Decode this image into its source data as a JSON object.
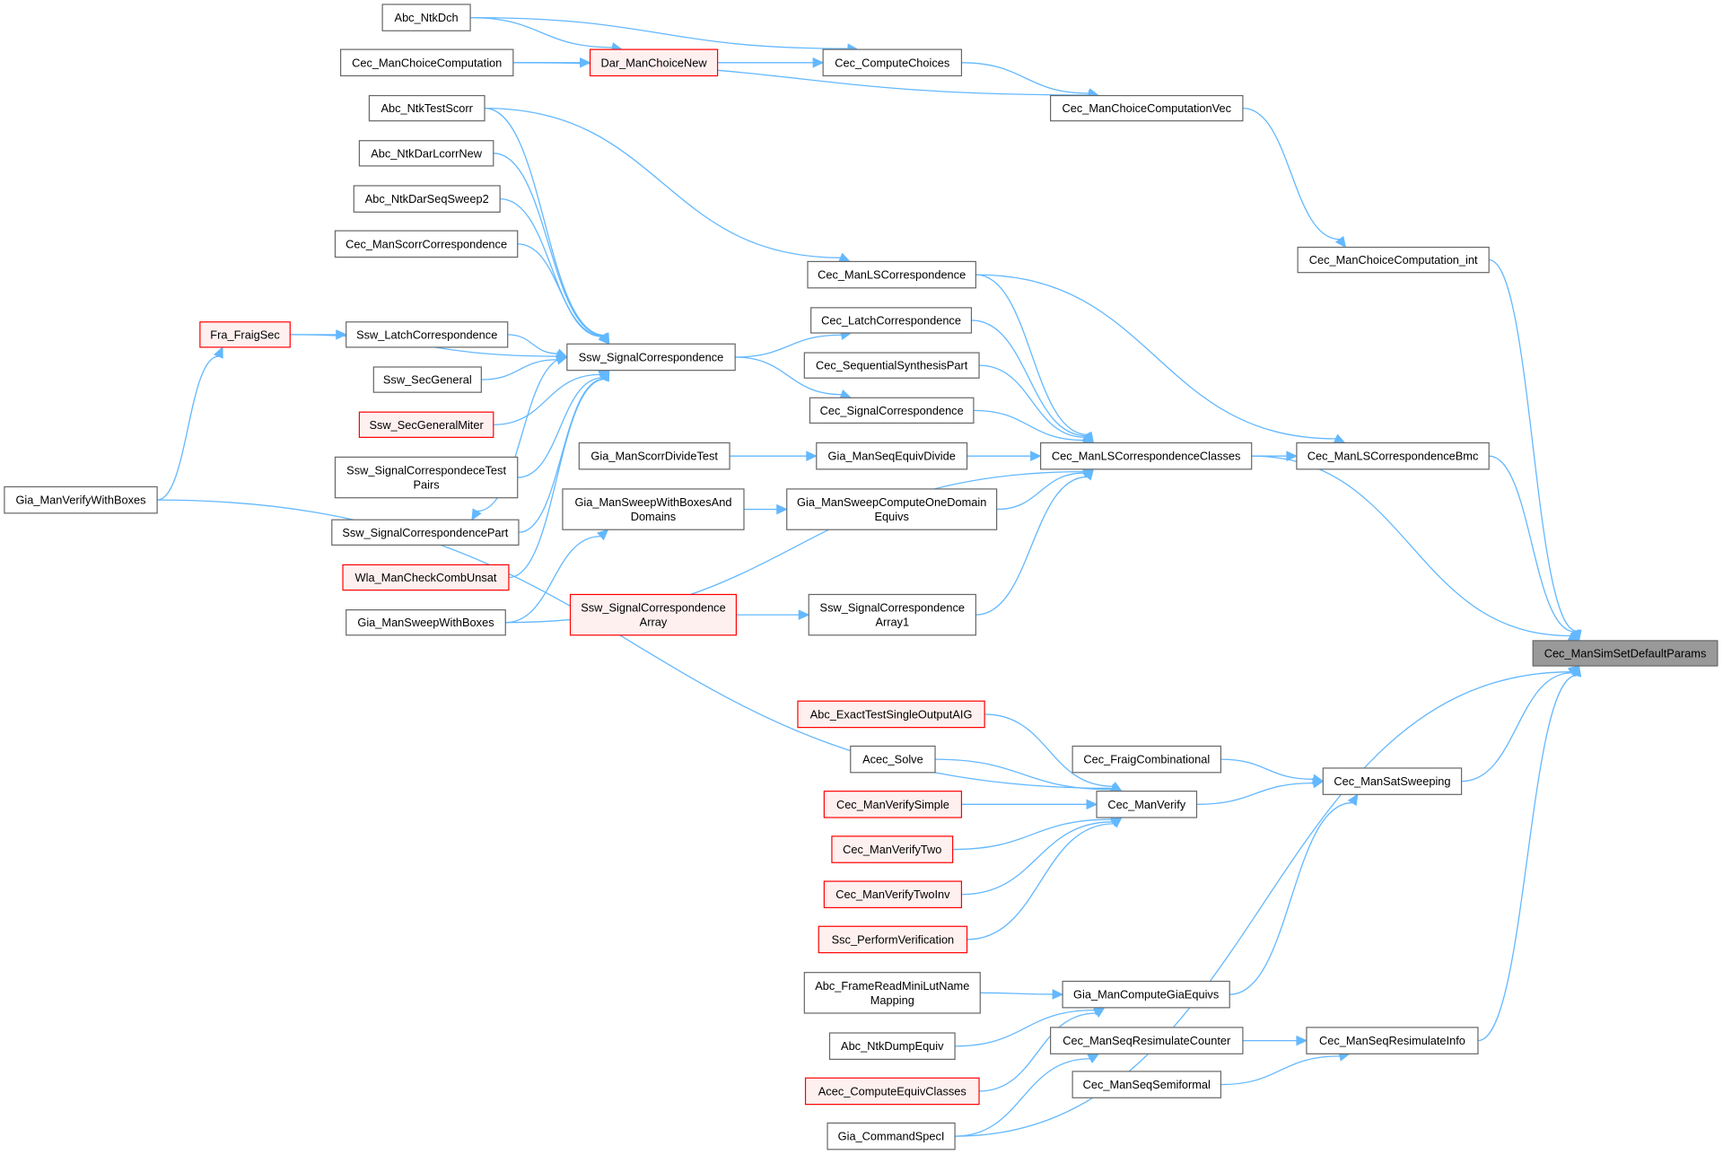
{
  "graph": {
    "type": "call-graph",
    "focus_node": "Cec_ManSimSetDefaultParams",
    "colors": {
      "edge": "#63b8ff",
      "node_border": "#666666",
      "red_border": "#ff0000",
      "red_fill": "#fff0f0",
      "focus_fill": "#999999"
    },
    "nodes": [
      {
        "id": "n0",
        "label": [
          "Cec_ManSimSetDefaultParams"
        ],
        "style": "focus"
      },
      {
        "id": "n1",
        "label": [
          "Abc_NtkDch"
        ],
        "style": "normal"
      },
      {
        "id": "n2",
        "label": [
          "Cec_ManChoiceComputation"
        ],
        "style": "normal"
      },
      {
        "id": "n3",
        "label": [
          "Dar_ManChoiceNew"
        ],
        "style": "red"
      },
      {
        "id": "n4",
        "label": [
          "Cec_ComputeChoices"
        ],
        "style": "normal"
      },
      {
        "id": "n5",
        "label": [
          "Cec_ManChoiceComputationVec"
        ],
        "style": "normal"
      },
      {
        "id": "n6",
        "label": [
          "Cec_ManChoiceComputation_int"
        ],
        "style": "normal"
      },
      {
        "id": "n7",
        "label": [
          "Abc_NtkTestScorr"
        ],
        "style": "normal"
      },
      {
        "id": "n8",
        "label": [
          "Abc_NtkDarLcorrNew"
        ],
        "style": "normal"
      },
      {
        "id": "n9",
        "label": [
          "Abc_NtkDarSeqSweep2"
        ],
        "style": "normal"
      },
      {
        "id": "n10",
        "label": [
          "Cec_ManScorrCorrespondence"
        ],
        "style": "normal"
      },
      {
        "id": "n11",
        "label": [
          "Fra_FraigSec"
        ],
        "style": "red"
      },
      {
        "id": "n12",
        "label": [
          "Ssw_LatchCorrespondence"
        ],
        "style": "normal"
      },
      {
        "id": "n13",
        "label": [
          "Ssw_SecGeneral"
        ],
        "style": "normal"
      },
      {
        "id": "n14",
        "label": [
          "Ssw_SecGeneralMiter"
        ],
        "style": "red"
      },
      {
        "id": "n15",
        "label": [
          "Ssw_SignalCorrespondeceTest",
          "Pairs"
        ],
        "style": "normal"
      },
      {
        "id": "n16",
        "label": [
          "Ssw_SignalCorrespondencePart"
        ],
        "style": "normal"
      },
      {
        "id": "n17",
        "label": [
          "Wla_ManCheckCombUnsat"
        ],
        "style": "red"
      },
      {
        "id": "n18",
        "label": [
          "Gia_ManSweepWithBoxes"
        ],
        "style": "normal"
      },
      {
        "id": "n19",
        "label": [
          "Gia_ManVerifyWithBoxes"
        ],
        "style": "normal"
      },
      {
        "id": "n20",
        "label": [
          "Ssw_SignalCorrespondence"
        ],
        "style": "normal"
      },
      {
        "id": "n21",
        "label": [
          "Cec_ManLSCorrespondence"
        ],
        "style": "normal"
      },
      {
        "id": "n22",
        "label": [
          "Cec_LatchCorrespondence"
        ],
        "style": "normal"
      },
      {
        "id": "n23",
        "label": [
          "Cec_SequentialSynthesisPart"
        ],
        "style": "normal"
      },
      {
        "id": "n24",
        "label": [
          "Cec_SignalCorrespondence"
        ],
        "style": "normal"
      },
      {
        "id": "n25",
        "label": [
          "Gia_ManScorrDivideTest"
        ],
        "style": "normal"
      },
      {
        "id": "n26",
        "label": [
          "Gia_ManSeqEquivDivide"
        ],
        "style": "normal"
      },
      {
        "id": "n27",
        "label": [
          "Gia_ManSweepWithBoxesAnd",
          "Domains"
        ],
        "style": "normal"
      },
      {
        "id": "n28",
        "label": [
          "Gia_ManSweepComputeOneDomain",
          "Equivs"
        ],
        "style": "normal"
      },
      {
        "id": "n29",
        "label": [
          "Ssw_SignalCorrespondence",
          "Array"
        ],
        "style": "red"
      },
      {
        "id": "n30",
        "label": [
          "Ssw_SignalCorrespondence",
          "Array1"
        ],
        "style": "normal"
      },
      {
        "id": "n31",
        "label": [
          "Cec_ManLSCorrespondenceClasses"
        ],
        "style": "normal"
      },
      {
        "id": "n32",
        "label": [
          "Cec_ManLSCorrespondenceBmc"
        ],
        "style": "normal"
      },
      {
        "id": "n33",
        "label": [
          "Abc_ExactTestSingleOutputAIG"
        ],
        "style": "red"
      },
      {
        "id": "n34",
        "label": [
          "Acec_Solve"
        ],
        "style": "normal"
      },
      {
        "id": "n35",
        "label": [
          "Cec_ManVerifySimple"
        ],
        "style": "red"
      },
      {
        "id": "n36",
        "label": [
          "Cec_ManVerifyTwo"
        ],
        "style": "red"
      },
      {
        "id": "n37",
        "label": [
          "Cec_ManVerifyTwoInv"
        ],
        "style": "red"
      },
      {
        "id": "n38",
        "label": [
          "Ssc_PerformVerification"
        ],
        "style": "red"
      },
      {
        "id": "n39",
        "label": [
          "Cec_ManVerify"
        ],
        "style": "normal"
      },
      {
        "id": "n40",
        "label": [
          "Cec_FraigCombinational"
        ],
        "style": "normal"
      },
      {
        "id": "n41",
        "label": [
          "Cec_ManSatSweeping"
        ],
        "style": "normal"
      },
      {
        "id": "n42",
        "label": [
          "Abc_FrameReadMiniLutName",
          "Mapping"
        ],
        "style": "normal"
      },
      {
        "id": "n43",
        "label": [
          "Abc_NtkDumpEquiv"
        ],
        "style": "normal"
      },
      {
        "id": "n44",
        "label": [
          "Acec_ComputeEquivClasses"
        ],
        "style": "red"
      },
      {
        "id": "n45",
        "label": [
          "Gia_CommandSpecI"
        ],
        "style": "normal"
      },
      {
        "id": "n46",
        "label": [
          "Gia_ManComputeGiaEquivs"
        ],
        "style": "normal"
      },
      {
        "id": "n47",
        "label": [
          "Cec_ManSeqResimulateCounter"
        ],
        "style": "normal"
      },
      {
        "id": "n48",
        "label": [
          "Cec_ManSeqSemiformal"
        ],
        "style": "normal"
      },
      {
        "id": "n49",
        "label": [
          "Cec_ManSeqResimulateInfo"
        ],
        "style": "normal"
      }
    ],
    "edges": [
      [
        "n1",
        "n3"
      ],
      [
        "n1",
        "n4"
      ],
      [
        "n2",
        "n3"
      ],
      [
        "n2",
        "n5"
      ],
      [
        "n3",
        "n4"
      ],
      [
        "n4",
        "n5"
      ],
      [
        "n5",
        "n6"
      ],
      [
        "n6",
        "n0"
      ],
      [
        "n7",
        "n20"
      ],
      [
        "n7",
        "n21"
      ],
      [
        "n8",
        "n20"
      ],
      [
        "n9",
        "n20"
      ],
      [
        "n10",
        "n20"
      ],
      [
        "n11",
        "n12"
      ],
      [
        "n11",
        "n20"
      ],
      [
        "n12",
        "n20"
      ],
      [
        "n13",
        "n20"
      ],
      [
        "n14",
        "n20"
      ],
      [
        "n15",
        "n20"
      ],
      [
        "n16",
        "n20"
      ],
      [
        "n20",
        "n16"
      ],
      [
        "n17",
        "n20"
      ],
      [
        "n18",
        "n27"
      ],
      [
        "n18",
        "n31"
      ],
      [
        "n19",
        "n11"
      ],
      [
        "n19",
        "n39"
      ],
      [
        "n20",
        "n22"
      ],
      [
        "n20",
        "n24"
      ],
      [
        "n21",
        "n31"
      ],
      [
        "n21",
        "n32"
      ],
      [
        "n22",
        "n31"
      ],
      [
        "n23",
        "n31"
      ],
      [
        "n24",
        "n31"
      ],
      [
        "n25",
        "n26"
      ],
      [
        "n26",
        "n31"
      ],
      [
        "n27",
        "n28"
      ],
      [
        "n28",
        "n31"
      ],
      [
        "n29",
        "n30"
      ],
      [
        "n30",
        "n31"
      ],
      [
        "n31",
        "n32"
      ],
      [
        "n31",
        "n0"
      ],
      [
        "n32",
        "n0"
      ],
      [
        "n33",
        "n39"
      ],
      [
        "n34",
        "n39"
      ],
      [
        "n35",
        "n39"
      ],
      [
        "n36",
        "n39"
      ],
      [
        "n37",
        "n39"
      ],
      [
        "n38",
        "n39"
      ],
      [
        "n39",
        "n41"
      ],
      [
        "n40",
        "n41"
      ],
      [
        "n41",
        "n0"
      ],
      [
        "n42",
        "n46"
      ],
      [
        "n43",
        "n46"
      ],
      [
        "n44",
        "n46"
      ],
      [
        "n46",
        "n41"
      ],
      [
        "n45",
        "n47"
      ],
      [
        "n45",
        "n0"
      ],
      [
        "n47",
        "n49"
      ],
      [
        "n48",
        "n49"
      ],
      [
        "n49",
        "n0"
      ]
    ]
  }
}
